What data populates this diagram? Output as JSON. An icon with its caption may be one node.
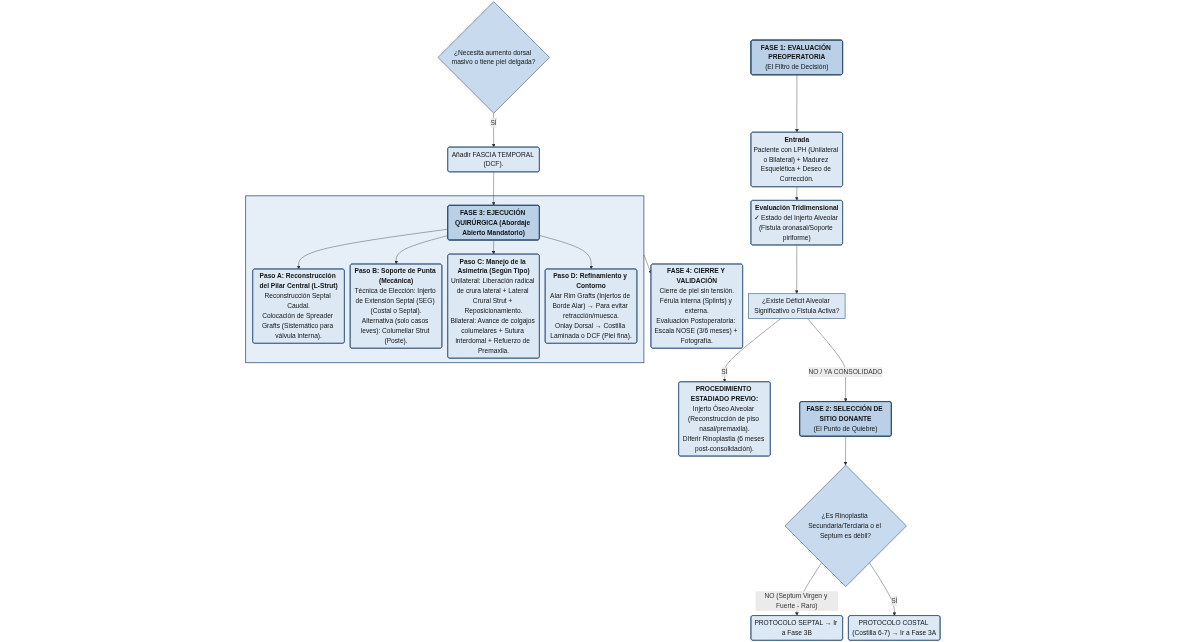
{
  "diagram": {
    "nodes": [
      {
        "text": [
          "FASE 1: EVALUACIÓN PREOPERATORIA",
          "(El Filtro de Decisión)"
        ]
      },
      {
        "text": [
          "Entrada",
          "Paciente con LPH (Unilateral o Bilateral) + Madurez Esquelética + Deseo de Corrección."
        ]
      },
      {
        "text": [
          "Evaluación Tridimensional",
          "✓ Estado del Injerto Alveolar (Fistula oronasal/Soporte piriforme)"
        ]
      },
      {
        "text": [
          "¿Existe Déficit Alveolar Significativo o Fistula Activa?"
        ]
      },
      {
        "text": [
          "PROCEDIMIENTO ESTADIADO PREVIO:",
          "Injerto Óseo Alveolar (Reconstrucción de piso nasal/premaxila).",
          "DIferir Rinoplastia (6 meses post-consolidación)."
        ]
      },
      {
        "text": [
          "FASE 2: SELECCIÓN DE SITIO DONANTE",
          "(El Punto de Quiebre)"
        ]
      },
      {
        "text": [
          "¿Es Rinoplastia Secundaria/Terciaria o el Septum es débil?"
        ]
      },
      {
        "text": [
          "PROTOCOLO SEPTAL → Ir a Fase 3B"
        ]
      },
      {
        "text": [
          "PROTOCOLO COSTAL (Costilla 6-7) → Ir a Fase 3A"
        ]
      },
      {
        "text": [
          "¿Necesita aumento dorsal masivo o tiene piel delgada?"
        ]
      },
      {
        "text": [
          "Añadir FASCIA TEMPORAL (DCF)."
        ]
      },
      {
        "text": [],
        "shape": "box"
      },
      {
        "text": [
          "FASE 3: EJECUCIÓN QUIRÚRGICA (Abordaje Abierto Mandatorio)"
        ],
        "in": 11
      },
      {
        "text": [
          "Paso A: Reconstrucción del Pilar Central (L-Strut)",
          "Reconstrucción Septal Caudal.",
          "Colocación de Spreader Grafts (Sistemático para válvula interna)."
        ],
        "in": 11
      },
      {
        "text": [
          "Paso B: Soporte de Punta (Mecánica)",
          "Técnica de Elección: Injerto de Extensión Septal (SEG) (Costal o Septal).",
          "Alternativa (solo casos leves): Columellar Strut (Poste)."
        ],
        "in": 11
      },
      {
        "text": [
          "Paso C: Manejo de la Asimetria (Según Tipo)",
          "Unilateral: Liberación radical de crura lateral + Lateral Crural Strut + Reposicionamiento.",
          "Bilateral: Avance de colgajos columelares + Sutura interdomal + Refuerzo de Premaxila."
        ],
        "in": 11
      },
      {
        "text": [
          "Paso D: Refinamiento y Contorno",
          "Alar Rim Grafts (Injertos de Borde Alar) → Para evitar retracción/muesca.",
          "Onlay Dorsal → Costilla Laminada o DCF (Piel fina)."
        ],
        "in": 11
      },
      {
        "text": [
          "FASE 4: CIERRE Y VALIDACIÓN",
          "Cierre de piel sin tensión.",
          "Férula interna (Splints) y externa.",
          "Evaluación Postoperatoria: Escala NOSE (3/6 meses) + Fotografía."
        ]
      }
    ],
    "edges": [
      {
        "from": 0,
        "to": 1,
        "arrow": "to"
      },
      {
        "from": 1,
        "to": 2,
        "arrow": "to"
      },
      {
        "from": 2,
        "to": 3,
        "arrow": "to"
      },
      {
        "from": 3,
        "to": 4,
        "arrow": "to",
        "label": "SÍ"
      },
      {
        "from": 3,
        "to": 5,
        "arrow": "to",
        "label": "NO / YA CONSOLIDADO"
      },
      {
        "from": 5,
        "to": 6,
        "arrow": "to"
      },
      {
        "from": 6,
        "to": 7,
        "arrow": "to",
        "label": "NO (Septum Virgen y Fuerte - Raro)"
      },
      {
        "from": 6,
        "to": 8,
        "arrow": "to",
        "label": "SÍ"
      },
      {
        "from": 9,
        "to": 10,
        "arrow": "to",
        "label": "SÍ"
      },
      {
        "from": 10,
        "to": 12,
        "arrow": "to"
      },
      {
        "from": 12,
        "to": 13,
        "arrow": "to"
      },
      {
        "from": 12,
        "to": 14,
        "arrow": "to"
      },
      {
        "from": 12,
        "to": 15,
        "arrow": "to"
      },
      {
        "from": 12,
        "to": 16,
        "arrow": "to"
      },
      {
        "from": 11,
        "to": 17,
        "arrow": "to"
      }
    ]
  }
}
